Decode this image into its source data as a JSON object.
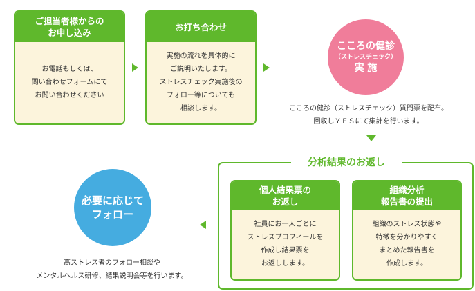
{
  "steps": {
    "apply": {
      "title": "ご担当者様からの\nお申し込み",
      "body": "お電話もしくは、\n問い合わせフォームにて\nお問い合わせください"
    },
    "meeting": {
      "title": "お打ち合わせ",
      "body": "実施の流れを具体的に\nご説明いたします。\nストレスチェック実施後の\nフォロー等についても\n相談します。"
    },
    "checkup": {
      "line1": "こころの健診",
      "line2": "（ストレスチェック）",
      "line3": "実 施",
      "note": "こころの健診（ストレスチェック）質問票を配布。\n回収しＹＥＳにて集計を行います。"
    },
    "results": {
      "title": "分析結果のお返し",
      "individual": {
        "title": "個人結果票の\nお返し",
        "body": "社員にお一人ごとに\nストレスプロフィールを\n作成し結果票を\nお返しします。"
      },
      "organization": {
        "title": "組織分析\n報告書の提出",
        "body": "組織のストレス状態や\n特徴を分かりやすく\nまとめた報告書を\n作成します。"
      }
    },
    "followup": {
      "title": "必要に応じて\nフォロー",
      "note": "高ストレス者のフォロー相談や\nメンタルヘルス研修、結果説明会等を行います。"
    }
  },
  "colors": {
    "green": "#5fb82c",
    "card_fill": "#fcf4dc",
    "checkup_circle": "#f07d9a",
    "followup_circle": "#45ace0"
  }
}
